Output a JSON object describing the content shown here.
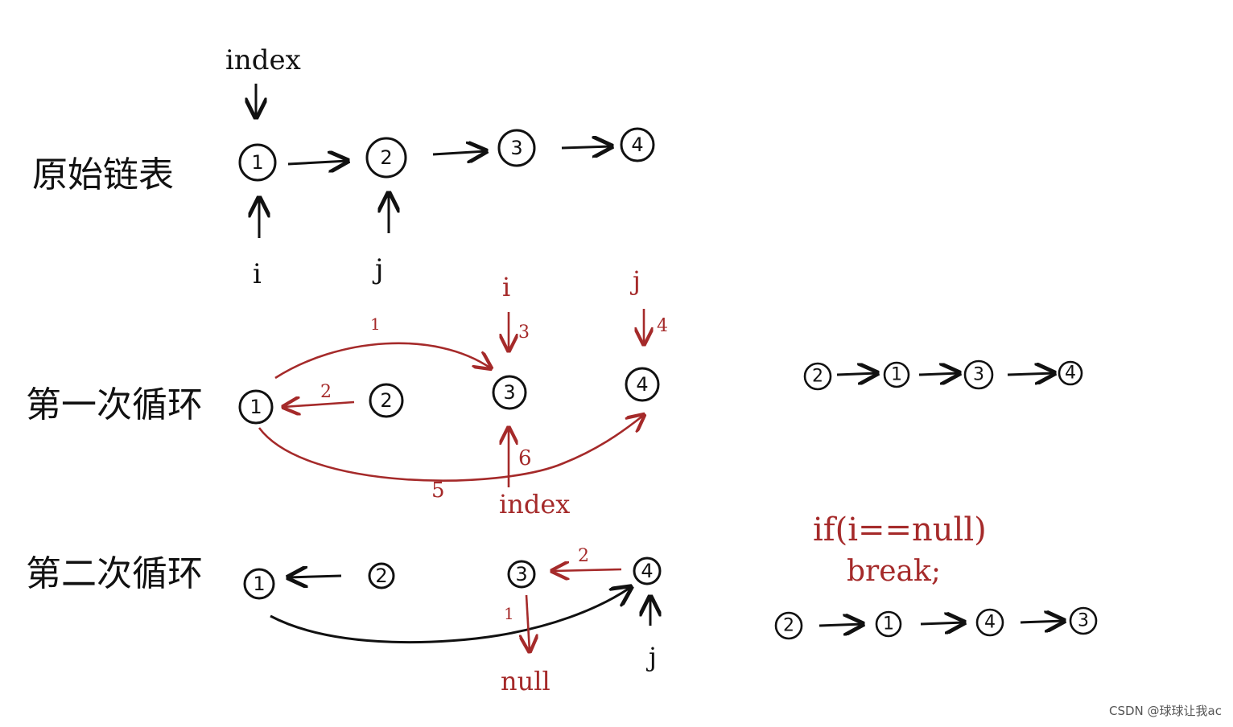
{
  "rows": {
    "original": "原始链表",
    "loop1": "第一次循环",
    "loop2": "第二次循环"
  },
  "nodes": {
    "n1": "1",
    "n2": "2",
    "n3": "3",
    "n4": "4"
  },
  "pointers": {
    "index": "index",
    "i": "i",
    "j": "j",
    "null": "null"
  },
  "step_labels": {
    "s1": "1",
    "s2": "2",
    "s3": "3",
    "s4": "4",
    "s5": "5",
    "s6": "6"
  },
  "code": {
    "line1": "if(i==null)",
    "line2": "break;"
  },
  "result1": [
    "2",
    "1",
    "3",
    "4"
  ],
  "result2": [
    "2",
    "1",
    "4",
    "3"
  ],
  "watermark": "CSDN @球球让我ac",
  "colors": {
    "ink": "#111111",
    "red": "#a52a2a"
  }
}
